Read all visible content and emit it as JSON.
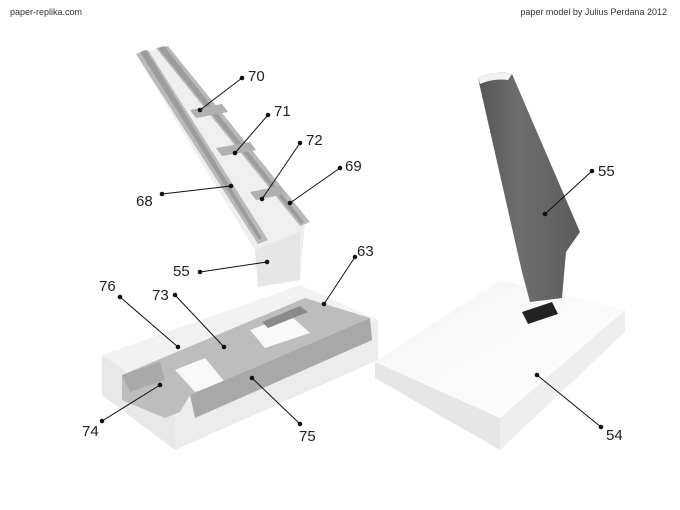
{
  "header": {
    "site": "paper-replika.com",
    "credit": "paper model by Julius Perdana 2012"
  },
  "colors": {
    "part_light": "#f2f2f2",
    "part_mid": "#c4c4c4",
    "part_dark": "#6b6b6b",
    "slot": "#2a2a2a",
    "leader": "#111111"
  },
  "exploded_view": {
    "labels": [
      {
        "id": "70",
        "text": "70"
      },
      {
        "id": "71",
        "text": "71"
      },
      {
        "id": "72",
        "text": "72"
      },
      {
        "id": "69",
        "text": "69"
      },
      {
        "id": "68",
        "text": "68"
      },
      {
        "id": "55",
        "text": "55"
      },
      {
        "id": "63",
        "text": "63"
      },
      {
        "id": "76",
        "text": "76"
      },
      {
        "id": "73",
        "text": "73"
      },
      {
        "id": "74",
        "text": "74"
      },
      {
        "id": "75",
        "text": "75"
      }
    ]
  },
  "assembled_view": {
    "labels": [
      {
        "id": "55",
        "text": "55"
      },
      {
        "id": "54",
        "text": "54"
      }
    ]
  }
}
